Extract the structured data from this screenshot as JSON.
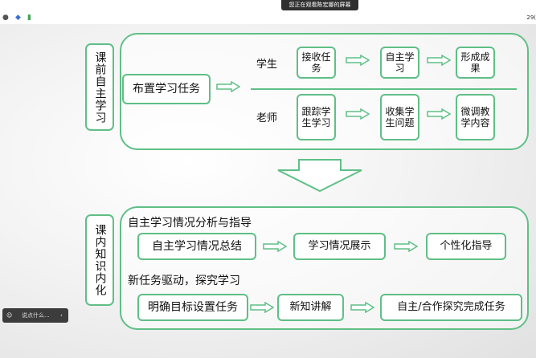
{
  "status_bar": {
    "icons": [
      "info-icon",
      "shield-icon",
      "signal-icon"
    ],
    "screen_share_banner": "您正在观看陈宏娜的屏幕",
    "clock": "29("
  },
  "section1": {
    "label": "课前自主学习",
    "left_box": "布置学习任务",
    "rows": [
      {
        "role": "学生",
        "steps": [
          "接收任务",
          "自主学习",
          "形成成果"
        ]
      },
      {
        "role": "老师",
        "steps": [
          "跟踪学生学习",
          "收集学生问题",
          "微调教学内容"
        ]
      }
    ]
  },
  "section2": {
    "label": "课内知识内化",
    "group1": {
      "title": "自主学习情况分析与指导",
      "steps": [
        "自主学习情况总结",
        "学习情况展示",
        "个性化指导"
      ]
    },
    "group2": {
      "title": "新任务驱动，探究学习",
      "steps": [
        "明确目标设置任务",
        "新知讲解",
        "自主/合作探究完成任务"
      ]
    }
  },
  "chat_widget": {
    "placeholder": "说点什么..."
  },
  "colors": {
    "accent": "#5fbf86",
    "banner": "#2f2f2f"
  }
}
